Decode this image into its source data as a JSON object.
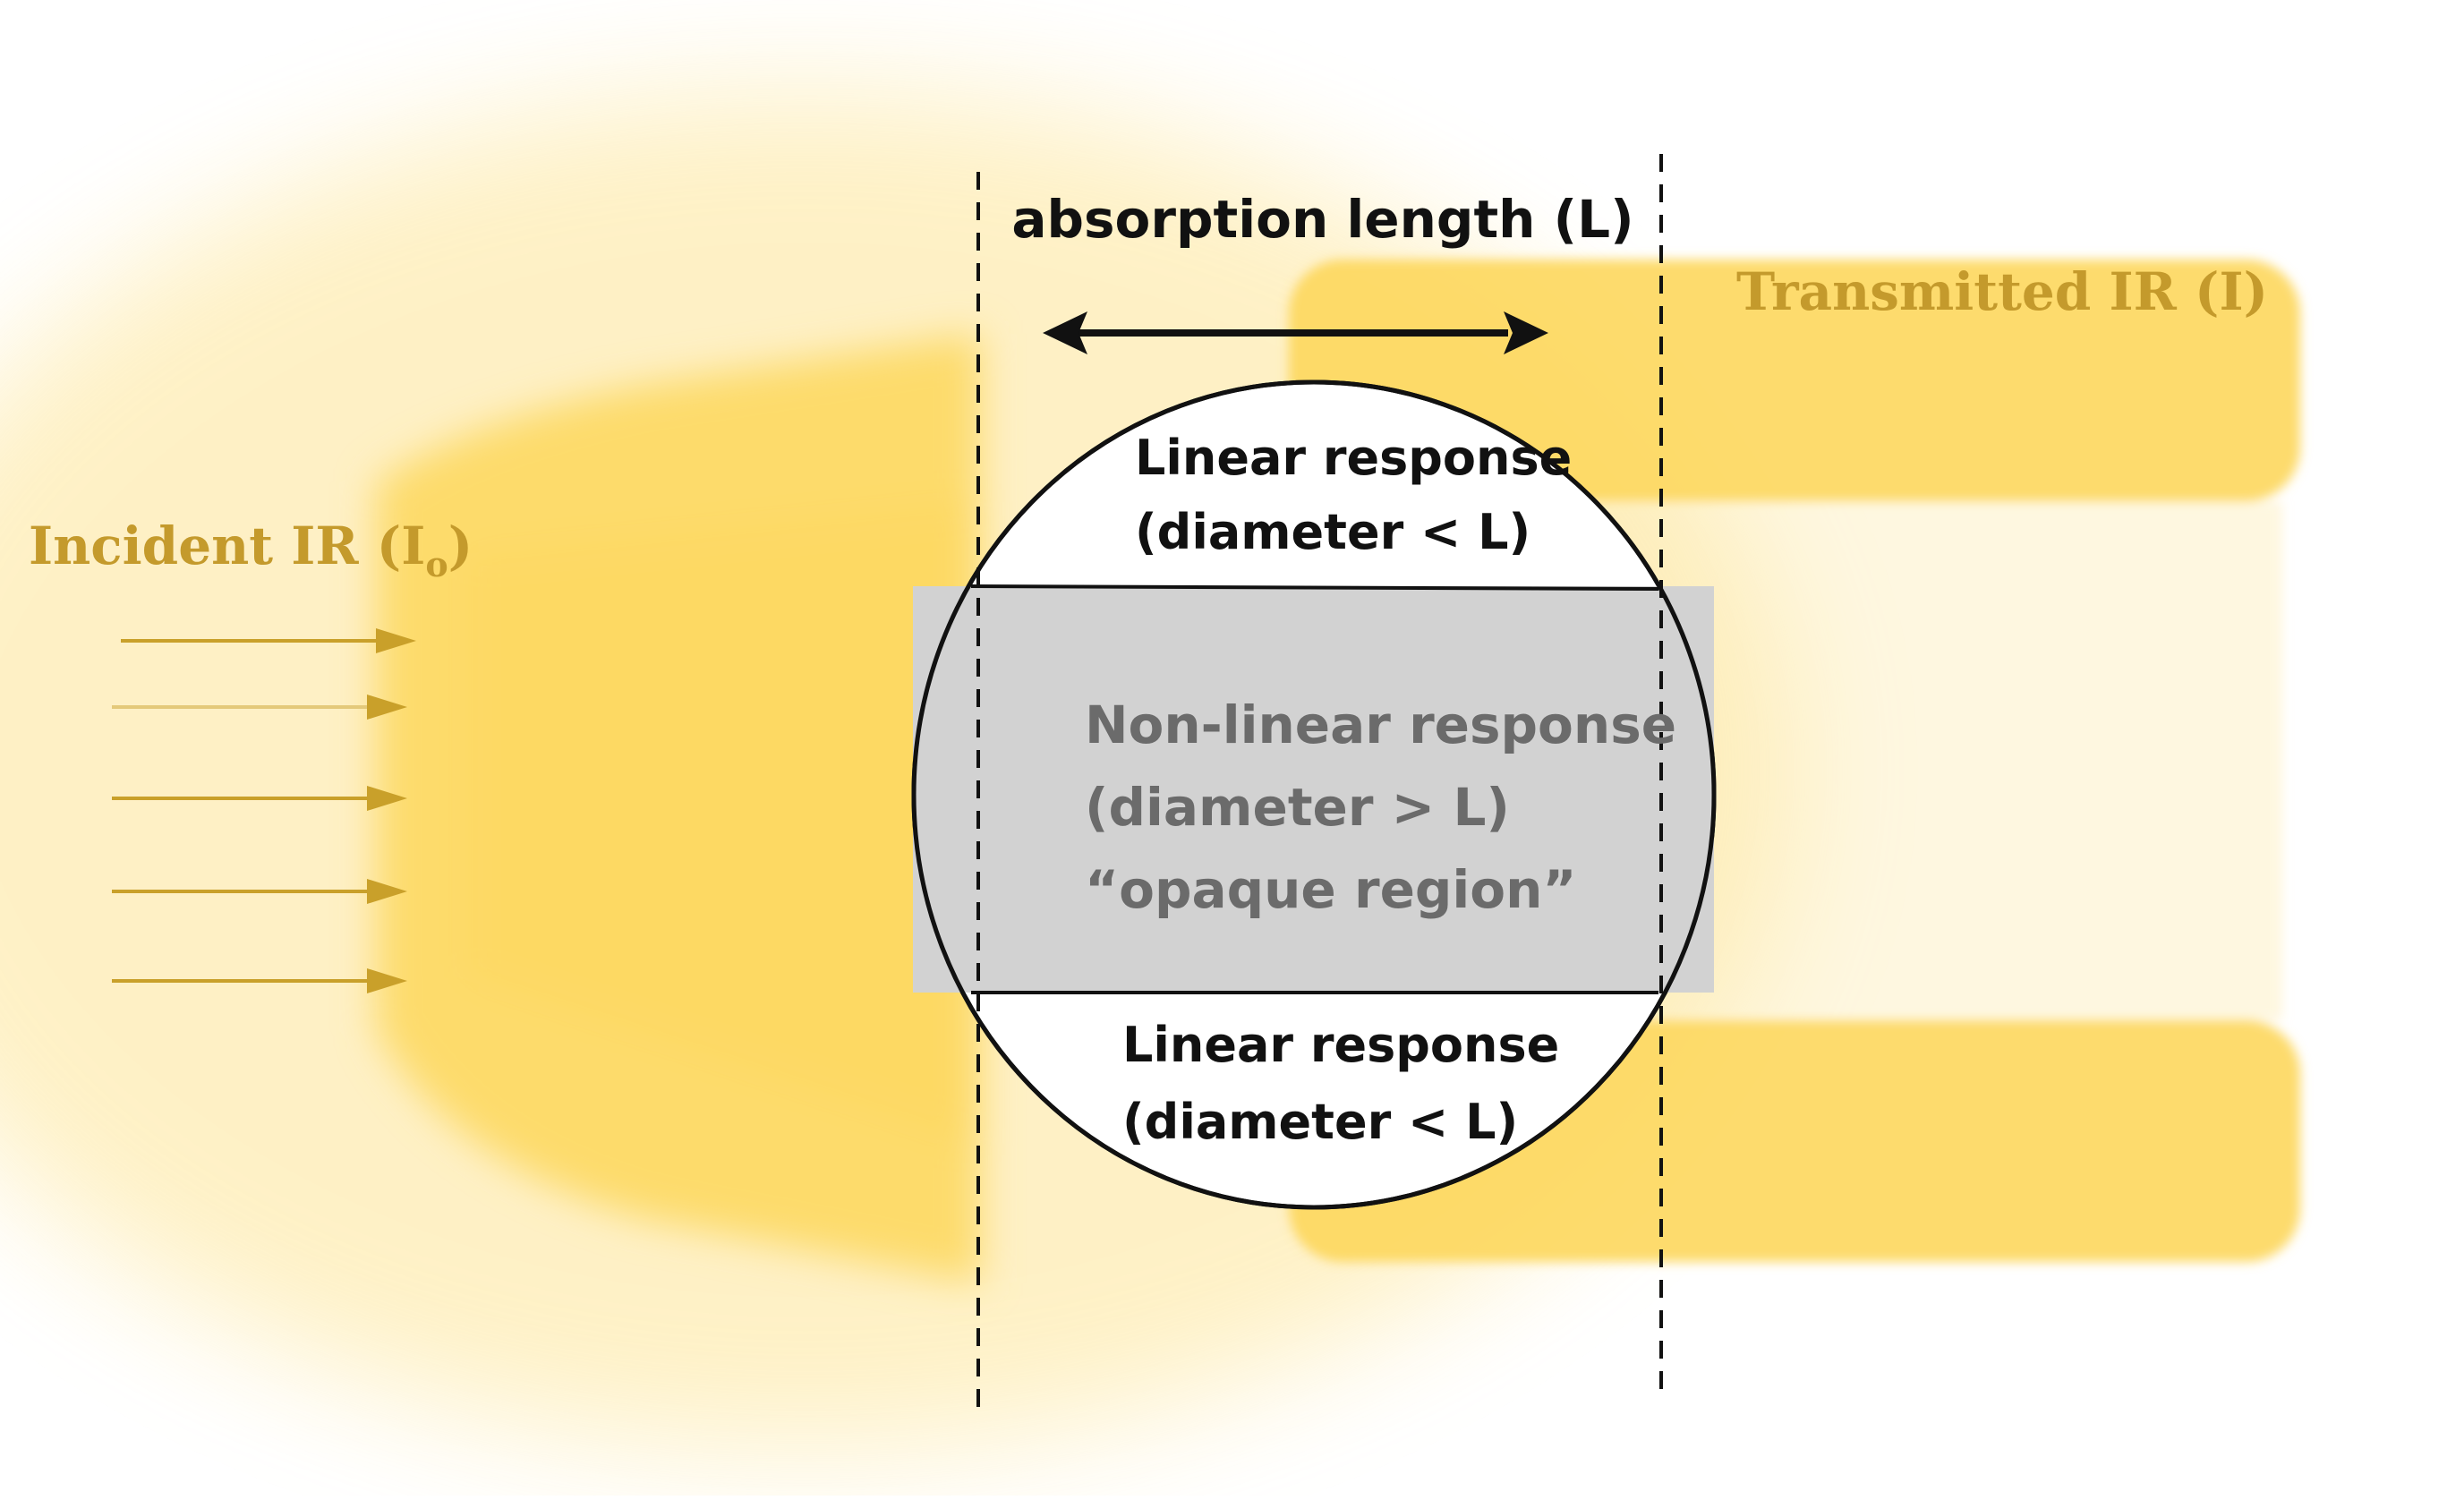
{
  "colors": {
    "beam": "#fdd75c",
    "beam_label": "#c49a2c",
    "arrow": "#c9a02a",
    "opaque_fill": "#d2d2d2",
    "opaque_text": "#6b6b6b",
    "line": "#111111"
  },
  "incident": {
    "label_main": "Incident IR (I",
    "label_sub": "o",
    "label_close": ")",
    "arrow_count": 5
  },
  "transmitted": {
    "label": "Transmitted IR (I)"
  },
  "absorption": {
    "label": "absorption length (L)"
  },
  "particle": {
    "top_region": {
      "line1": "Linear response",
      "line2": "(diameter < L)"
    },
    "middle_region": {
      "line1": "Non-linear response",
      "line2": "(diameter > L)",
      "line3": "“opaque region”"
    },
    "bottom_region": {
      "line1": "Linear response",
      "line2": "(diameter < L)"
    }
  }
}
